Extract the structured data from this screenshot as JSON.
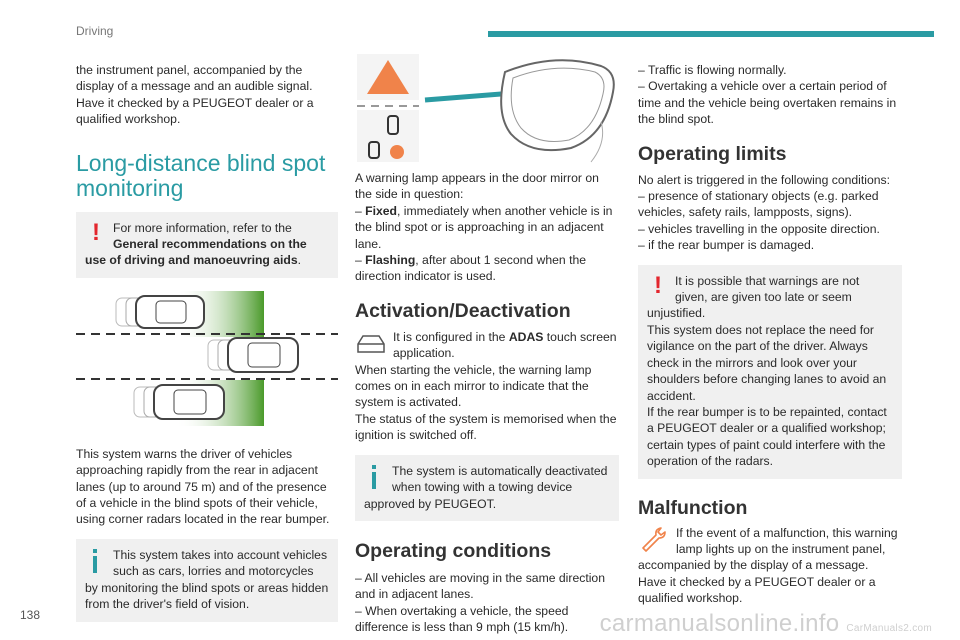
{
  "header": {
    "section": "Driving"
  },
  "page_number": "138",
  "watermark": {
    "main": "carmanualsonline.info",
    "small": "CarManuals2.com"
  },
  "col1": {
    "intro": "the instrument panel, accompanied by the display of a message and an audible signal. Have it checked by a PEUGEOT dealer or a qualified workshop.",
    "title": "Long-distance blind spot monitoring",
    "note1": {
      "text_a": "For more information, refer to the ",
      "bold": "General recommendations on the use of driving and manoeuvring aids",
      "text_b": "."
    },
    "body": "This system warns the driver of vehicles approaching rapidly from the rear in adjacent lanes (up to around 75 m) and of the presence of a vehicle in the blind spots of their vehicle, using corner radars located in the rear bumper.",
    "note2": "This system takes into account vehicles such as cars, lorries and motorcycles by monitoring the blind spots or areas hidden from the driver's field of vision."
  },
  "col2": {
    "lamp_intro": "A warning lamp appears in the door mirror on the side in question:",
    "fixed_bold": "Fixed",
    "fixed_rest": ", immediately when another vehicle is in the blind spot or is approaching in an adjacent lane.",
    "flashing_bold": "Flashing",
    "flashing_rest": ", after about 1 second when the direction indicator is used.",
    "act_title": "Activation/Deactivation",
    "act_a": "It is configured in the ",
    "act_bold": "ADAS",
    "act_b": " touch screen application.",
    "act_body": "When starting the vehicle, the warning lamp comes on in each mirror to indicate that the system is activated.\nThe status of the system is memorised when the ignition is switched off.",
    "note3": "The system is automatically deactivated when towing with a towing device approved by PEUGEOT.",
    "cond_title": "Operating conditions",
    "cond1": "– All vehicles are moving in the same direction and in adjacent lanes.",
    "cond2": "– When overtaking a vehicle, the speed difference is less than 9 mph (15 km/h)."
  },
  "col3": {
    "cond3": "– Traffic is flowing normally.",
    "cond4": "– Overtaking a vehicle over a certain period of time and the vehicle being overtaken remains in the blind spot.",
    "limits_title": "Operating limits",
    "limits_intro": "No alert is triggered in the following conditions:",
    "lim1": "– presence of stationary objects (e.g. parked vehicles, safety rails, lampposts, signs).",
    "lim2": "– vehicles travelling in the opposite direction.",
    "lim3": "– if the rear bumper is damaged.",
    "note4_a": "It is possible that warnings are not given, are given too late or seem unjustified.",
    "note4_b": "This system does not replace the need for vigilance on the part of the driver. Always check in the mirrors and look over your shoulders before changing lanes to avoid an accident.",
    "note4_c": "If the rear bumper is to be repainted, contact a PEUGEOT dealer or a qualified workshop; certain types of paint could interfere with the operation of the radars.",
    "mal_title": "Malfunction",
    "mal_body": "If the event of a malfunction, this warning lamp lights up on the instrument panel, accompanied by the display of a message.\nHave it checked by a PEUGEOT dealer or a qualified workshop."
  },
  "colors": {
    "accent": "#2a9ba3",
    "warning_red": "#e3262d",
    "warning_orange": "#f0834a",
    "green": "#4a9a2a"
  },
  "icons": [
    "exclamation-icon",
    "info-icon",
    "car-outline-icon",
    "wrench-icon",
    "warning-triangle-icon"
  ]
}
